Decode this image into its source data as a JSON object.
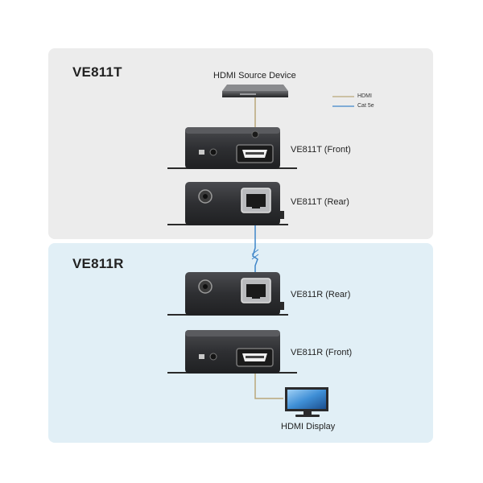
{
  "panels": {
    "transmitter": {
      "title": "VE811T"
    },
    "receiver": {
      "title": "VE811R"
    }
  },
  "legend": {
    "items": [
      {
        "label": "HDMI",
        "color": "#b9a77a"
      },
      {
        "label": "Cat 5e",
        "color": "#3f86c9"
      }
    ]
  },
  "devices": {
    "source": {
      "label": "HDMI Source Device"
    },
    "t_front": {
      "label": "VE811T (Front)"
    },
    "t_rear": {
      "label": "VE811T (Rear)"
    },
    "r_rear": {
      "label": "VE811R (Rear)"
    },
    "r_front": {
      "label": "VE811R (Front)"
    },
    "display": {
      "label": "HDMI Display"
    }
  },
  "colors": {
    "hdmi_cable": "#b9a77a",
    "cat5e_cable": "#3f86c9",
    "device_body": "#2f3033"
  }
}
